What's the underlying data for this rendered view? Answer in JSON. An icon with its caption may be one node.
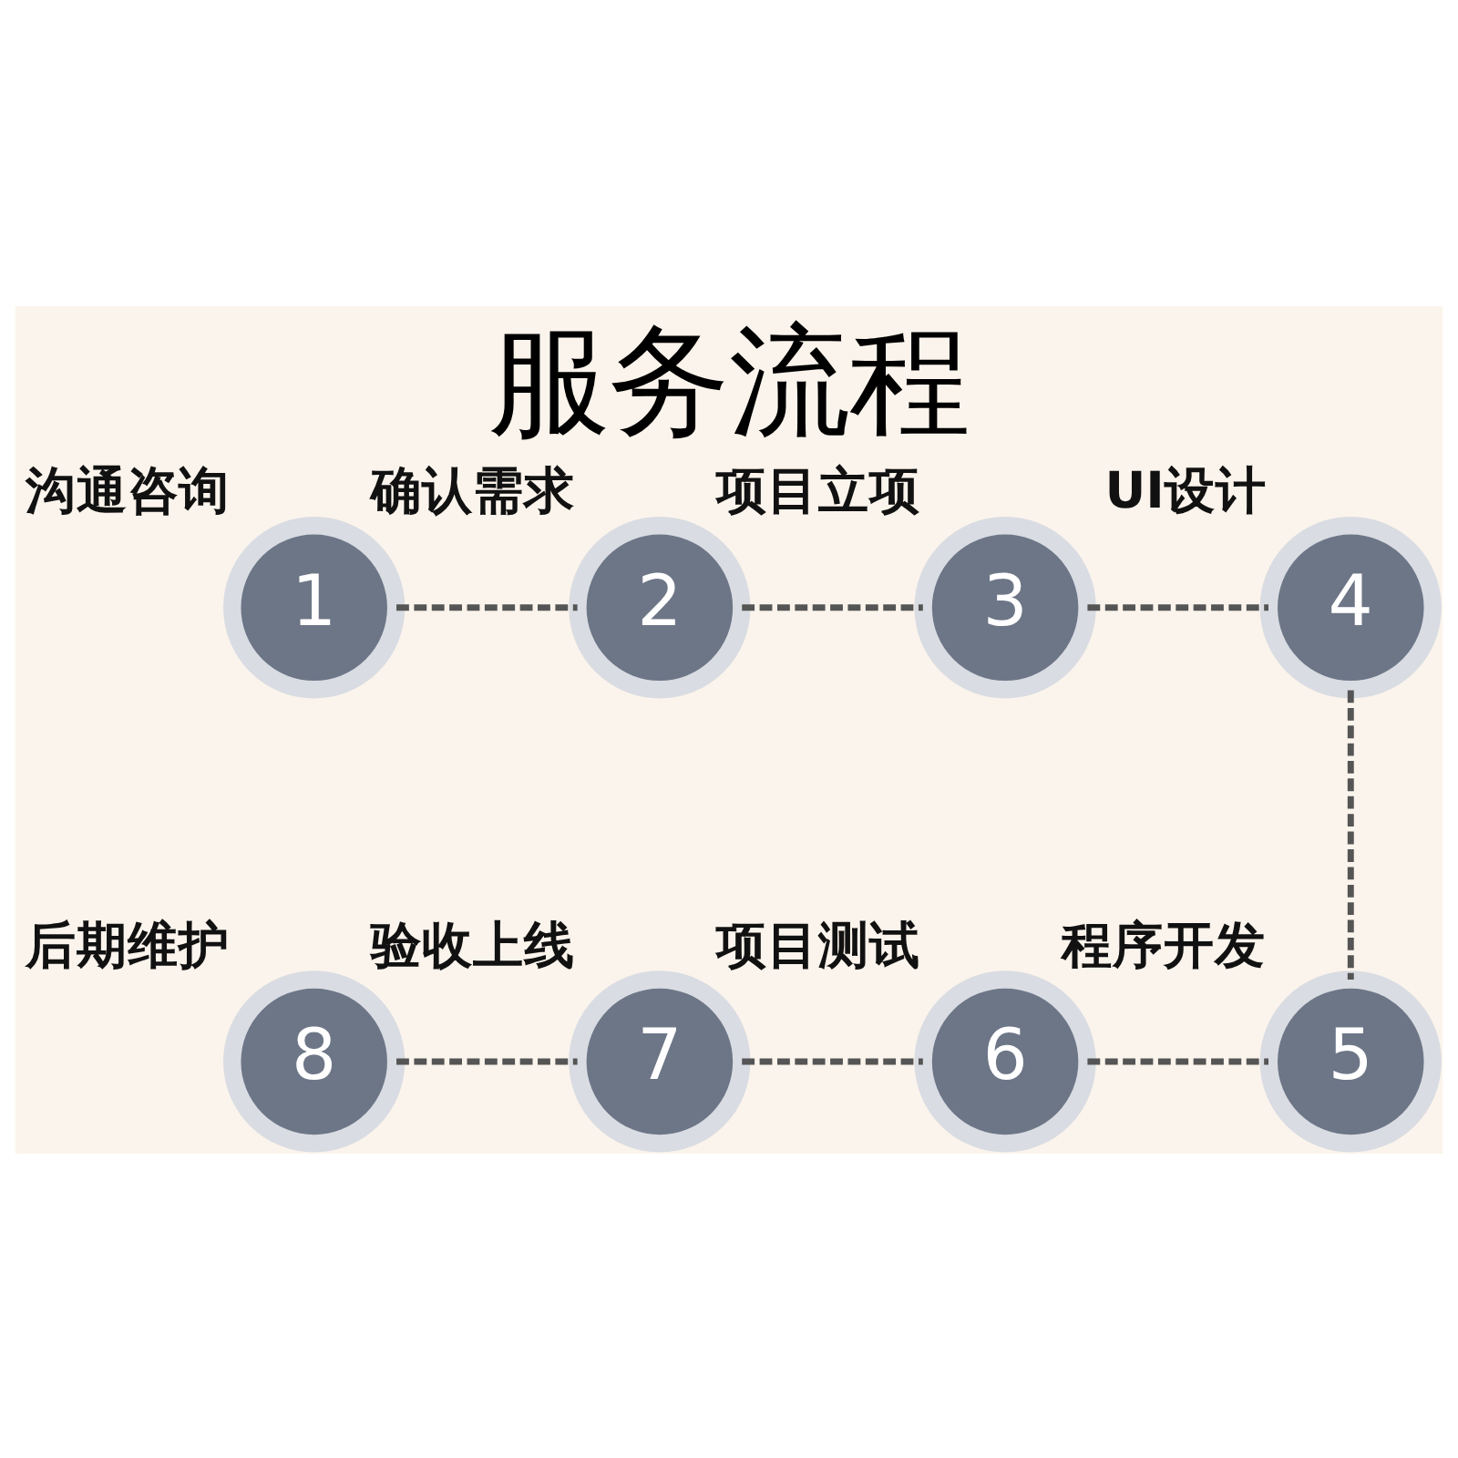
{
  "diagram": {
    "title": "服务流程",
    "nodes": [
      {
        "text": [
          "1"
        ],
        "beside": [
          "沟通咨询"
        ]
      },
      {
        "text": [
          "2"
        ],
        "beside": [
          "确认需求"
        ]
      },
      {
        "text": [
          "3"
        ],
        "beside": [
          "项目立项"
        ]
      },
      {
        "text": [
          "4"
        ],
        "beside": [
          "UI设计"
        ]
      },
      {
        "text": [
          "5"
        ],
        "beside": [
          "程序开发"
        ]
      },
      {
        "text": [
          "6"
        ],
        "beside": [
          "项目测试"
        ]
      },
      {
        "text": [
          "7"
        ],
        "beside": [
          "验收上线"
        ]
      },
      {
        "text": [
          "8"
        ],
        "beside": [
          "后期维护"
        ]
      }
    ],
    "edges": [
      {
        "from": 0,
        "to": 1,
        "arrow": "none",
        "style": "dashed"
      },
      {
        "from": 1,
        "to": 2,
        "arrow": "none",
        "style": "dashed"
      },
      {
        "from": 2,
        "to": 3,
        "arrow": "none",
        "style": "dashed"
      },
      {
        "from": 3,
        "to": 4,
        "arrow": "none",
        "style": "dashed"
      },
      {
        "from": 4,
        "to": 5,
        "arrow": "none",
        "style": "dashed"
      },
      {
        "from": 5,
        "to": 6,
        "arrow": "none",
        "style": "dashed"
      },
      {
        "from": 6,
        "to": 7,
        "arrow": "none",
        "style": "dashed"
      }
    ]
  }
}
